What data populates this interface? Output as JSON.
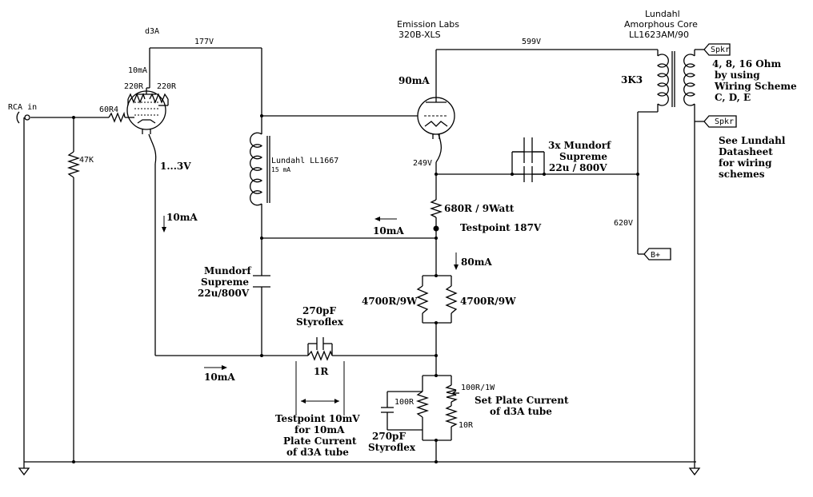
{
  "labels": {
    "d3a": "d3A",
    "v177": "177V",
    "i10ma_plate": "10mA",
    "r220_left": "220R",
    "r220_right": "220R",
    "rca_in": "RCA in",
    "r60r4": "60R4",
    "r47k": "47K",
    "bias_range": "1...3V",
    "arrow_10ma_left": "10mA",
    "choke_name": "Lundahl LL1667",
    "choke_current": "15 mA",
    "cap_left_1": "Mundorf",
    "cap_left_2": "Supreme",
    "cap_left_3": "22u/800V",
    "tube_brand": "Emission Labs",
    "tube_model": "320B-XLS",
    "tube_current": "90mA",
    "v249": "249V",
    "v599": "599V",
    "cap3x_1": "3x Mundorf",
    "cap3x_2": "Supreme",
    "cap3x_3": "22u / 800V",
    "r680": "680R / 9Watt",
    "arrow_10ma_mid": "10mA",
    "testpoint187": "Testpoint 187V",
    "arrow_80ma": "80mA",
    "r4700_left": "4700R/9W",
    "r4700_right": "4700R/9W",
    "styro_top_1": "270pF",
    "styro_top_2": "Styroflex",
    "r1r": "1R",
    "arrow_10ma_bottom": "10mA",
    "tp10mv_1": "Testpoint 10mV",
    "tp10mv_2": "for 10mA",
    "tp10mv_3": "Plate Current",
    "tp10mv_4": "of d3A tube",
    "r100r": "100R",
    "r100r1w": "100R/1W",
    "r10r": "10R",
    "set_plate_1": "Set Plate Current",
    "set_plate_2": "of d3A tube",
    "styro_bot_1": "270pF",
    "styro_bot_2": "Styroflex",
    "ot_1": "Lundahl",
    "ot_2": "Amorphous Core",
    "ot_3": "LL1623AM/90",
    "ot_3k3": "3K3",
    "spkr_top": "Spkr",
    "spkr_bot": "Spkr",
    "ohm_1": "4, 8, 16 Ohm",
    "ohm_2": "by using",
    "ohm_3": "Wiring Scheme",
    "ohm_4": "C, D, E",
    "see_1": "See Lundahl",
    "see_2": "Datasheet",
    "see_3": "for wiring",
    "see_4": "schemes",
    "v620": "620V",
    "bplus": "B+"
  }
}
